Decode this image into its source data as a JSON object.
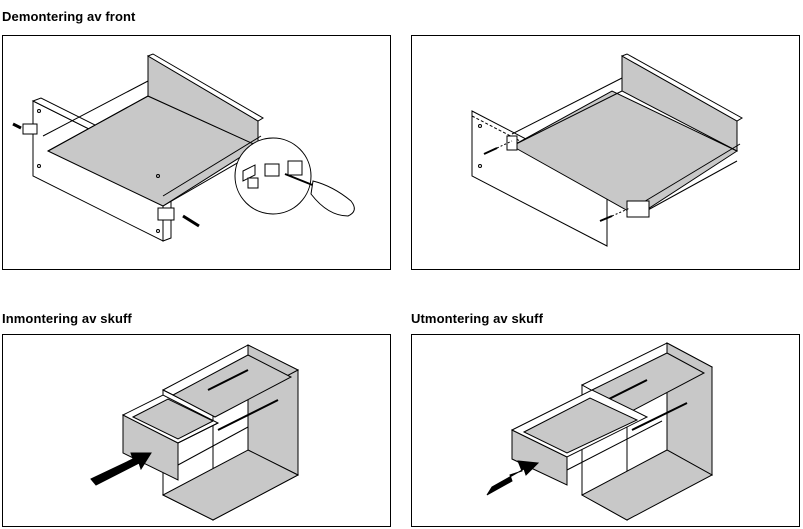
{
  "sections": {
    "front_removal": {
      "title": "Demontering av front"
    },
    "drawer_install": {
      "title": "Inmontering av skuff"
    },
    "drawer_removal": {
      "title": "Utmontering av skuff"
    }
  },
  "icons": [
    "screwdriver-icon",
    "push-arrow-icon",
    "pull-arrow-icon"
  ],
  "colors": {
    "panel_fill": "#c8c8c8",
    "line": "#000000"
  }
}
